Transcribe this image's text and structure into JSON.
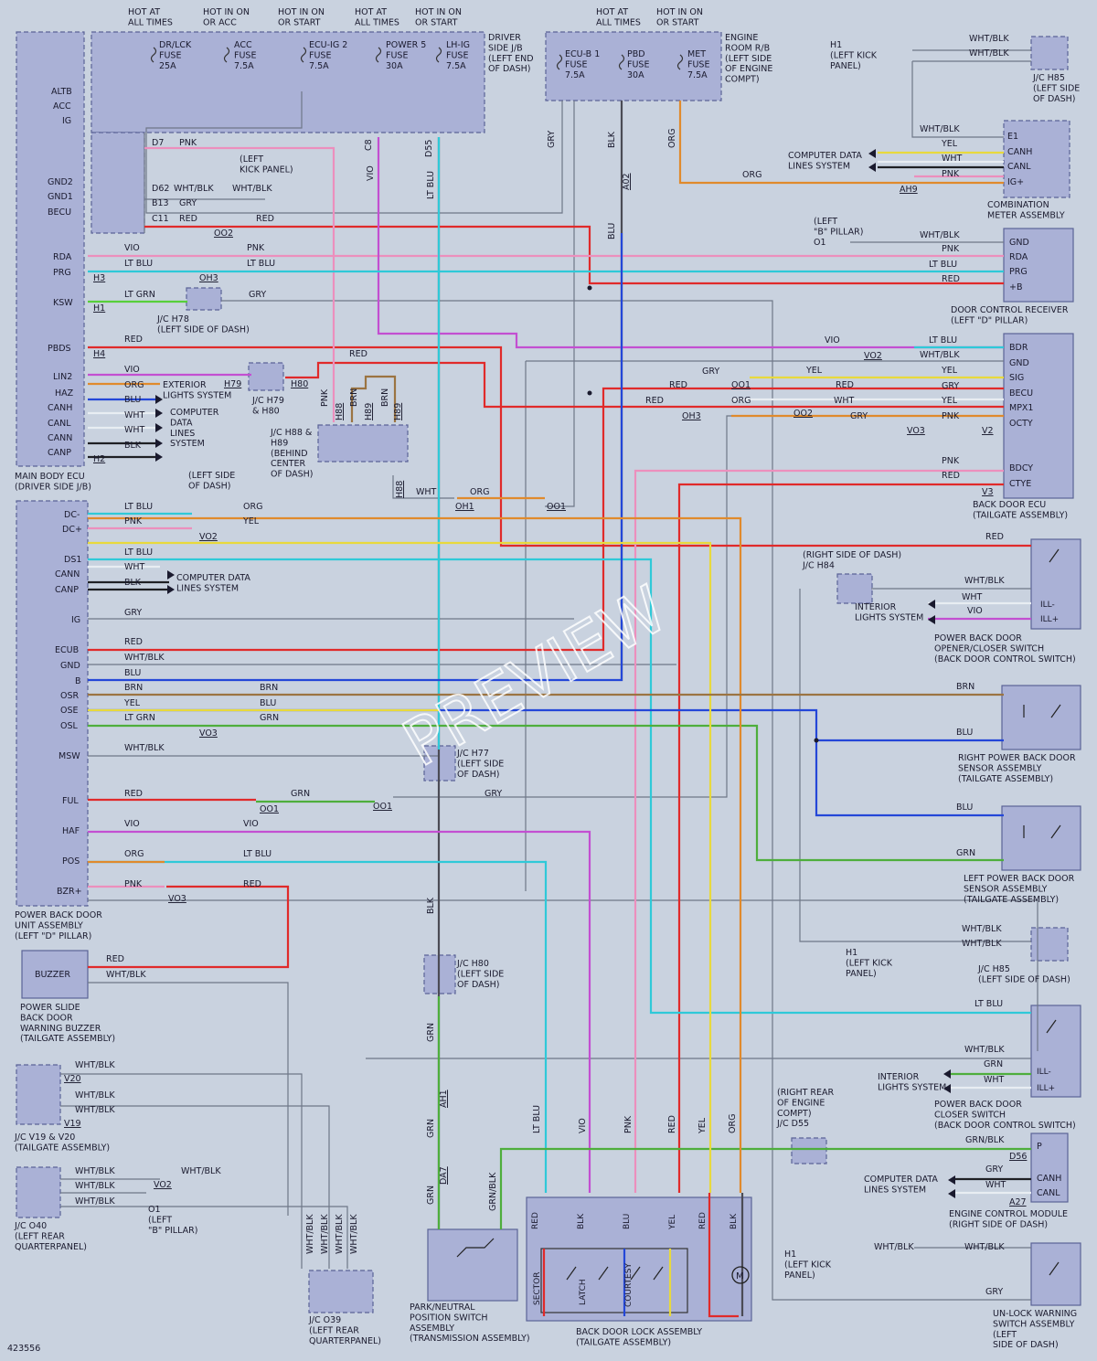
{
  "diagram_id": "423556",
  "watermark": "PREVIEW",
  "supply_headers": {
    "h1": "HOT AT\nALL TIMES",
    "h2": "HOT IN ON\nOR ACC",
    "h3": "HOT IN ON\nOR START",
    "h4": "HOT AT\nALL TIMES",
    "h5": "HOT IN ON\nOR START",
    "h6": "HOT AT\nALL TIMES",
    "h7": "HOT IN ON\nOR START"
  },
  "junction_blocks": {
    "driver_jb": "DRIVER\nSIDE J/B\n(LEFT END\nOF DASH)",
    "engine_rb": "ENGINE\nROOM R/B\n(LEFT SIDE\nOF ENGINE\nCOMPT)"
  },
  "fuses": {
    "f1": "DR/LCK\nFUSE\n25A",
    "f2": "ACC\nFUSE\n7.5A",
    "f3": "ECU-IG 2\nFUSE\n7.5A",
    "f4": "POWER 5\nFUSE\n30A",
    "f5": "LH-IG\nFUSE\n7.5A",
    "f6": "ECU-B 1\nFUSE\n7.5A",
    "f7": "PBD\nFUSE\n30A",
    "f8": "MET\nFUSE\n7.5A"
  },
  "components": {
    "main_body_ecu": "MAIN BODY ECU\n(DRIVER SIDE J/B)",
    "pbd_unit": "POWER BACK DOOR\nUNIT ASSEMBLY\n(LEFT \"D\" PILLAR)",
    "buzzer": "BUZZER",
    "buzzer_asm": "POWER SLIDE\nBACK DOOR\nWARNING BUZZER\n(TAILGATE ASSEMBLY)",
    "jc_v19": "J/C V19 & V20\n(TAILGATE ASSEMBLY)",
    "jc_o40": "J/C O40\n(LEFT REAR\nQUARTERPANEL)",
    "jc_o39": "J/C O39\n(LEFT REAR\nQUARTERPANEL)",
    "park_sw": "PARK/NEUTRAL\nPOSITION SWITCH\nASSEMBLY\n(TRANSMISSION ASSEMBLY)",
    "bd_lock": "BACK DOOR LOCK ASSEMBLY\n(TAILGATE ASSEMBLY)",
    "jc_h85_top": "J/C H85\n(LEFT SIDE\nOF DASH)",
    "combo_meter": "COMBINATION\nMETER ASSEMBLY",
    "door_rx": "DOOR CONTROL RECEIVER\n(LEFT \"D\" PILLAR)",
    "bd_ecu": "BACK DOOR ECU\n(TAILGATE ASSEMBLY)",
    "pbd_sw1": "POWER BACK DOOR\nOPENER/CLOSER SWITCH\n(BACK DOOR CONTROL SWITCH)",
    "right_sensor": "RIGHT POWER BACK DOOR\nSENSOR ASSEMBLY\n(TAILGATE ASSEMBLY)",
    "left_sensor": "LEFT POWER BACK DOOR\nSENSOR ASSEMBLY\n(TAILGATE ASSEMBLY)",
    "jc_h85_bot": "J/C H85\n(LEFT SIDE OF DASH)",
    "pbd_sw2": "POWER BACK DOOR\nCLOSER SWITCH\n(BACK DOOR CONTROL SWITCH)",
    "ecm": "ENGINE CONTROL MODULE\n(RIGHT SIDE OF DASH)",
    "unlock_sw": "UN-LOCK WARNING\nSWITCH ASSEMBLY\n(LEFT\nSIDE OF DASH)",
    "jc_h78": "J/C H78\n(LEFT SIDE OF DASH)",
    "jc_h79": "J/C H79\n& H80",
    "jc_h88": "J/C H88 &\nH89\n(BEHIND\nCENTER\nOF DASH)",
    "jc_h77": "J/C H77\n(LEFT SIDE\nOF DASH)",
    "jc_h80": "J/C H80\n(LEFT SIDE\nOF DASH)",
    "jc_h84": "(RIGHT SIDE OF DASH)\nJ/C H84",
    "jc_d55": "(RIGHT REAR\nOF ENGINE\nCOMPT)\nJ/C D55",
    "left_side_dash": "(LEFT SIDE\nOF DASH)",
    "left_kick": "(LEFT\nKICK PANEL)"
  },
  "misc_labels": {
    "ext_lights": "EXTERIOR\nLIGHTS SYSTEM",
    "comp_data": "COMPUTER\nDATA\nLINES\nSYSTEM",
    "comp_data2": "COMPUTER DATA\nLINES SYSTEM",
    "comp_data3": "COMPUTER DATA\nLINES SYSTEM",
    "comp_data4": "COMPUTER DATA\nLINES SYSTEM",
    "int_lights": "INTERIOR\nLIGHTS SYSTEM",
    "int_lights2": "INTERIOR\nLIGHTS SYSTEM",
    "h1_kick": "H1\n(LEFT KICK\nPANEL)",
    "h1_kick2": "H1\n(LEFT KICK\nPANEL)",
    "h1_kick3": "H1\n(LEFT KICK\nPANEL)",
    "o1_pillar": "(LEFT\n\"B\" PILLAR)\nO1",
    "o1_pillar2": "O1\n(LEFT\n\"B\" PILLAR)"
  },
  "main_ecu_pins": [
    "ALTB",
    "ACC",
    "IG",
    "GND2",
    "GND1",
    "BECU",
    "RDA",
    "PRG",
    "KSW",
    "PBDS",
    "LIN2",
    "HAZ",
    "CANH",
    "CANL",
    "CANN",
    "CANP"
  ],
  "pbd_unit_pins": [
    "DC-",
    "DC+",
    "DS1",
    "CANN",
    "CANP",
    "IG",
    "ECUB",
    "GND",
    "B",
    "OSR",
    "OSE",
    "OSL",
    "MSW",
    "FUL",
    "HAF",
    "POS",
    "BZR+"
  ],
  "combo_meter_pins": [
    "E1",
    "CANH",
    "CANL",
    "IG+"
  ],
  "door_rx_pins": [
    "GND",
    "RDA",
    "PRG",
    "+B"
  ],
  "bd_ecu_pins": [
    "BDR",
    "GND",
    "SIG",
    "BECU",
    "MPX1",
    "OCTY",
    "BDCY",
    "CTYE"
  ],
  "lock_pins": [
    "RED",
    "BLK",
    "BLU",
    "YEL",
    "RED",
    "BLK"
  ],
  "lock_sections": [
    "SECTOR",
    "LATCH",
    "COURTESY"
  ],
  "sw_pins": [
    "ILL-",
    "ILL+"
  ],
  "ecm_pins": [
    "P",
    "CANH",
    "CANL"
  ],
  "connectors": {
    "D7": "D7",
    "D62": "D62",
    "B13": "B13",
    "C11": "C11",
    "H3": "H3",
    "H1": "H1",
    "H4": "H4",
    "H2": "H2",
    "OO2": "OO2",
    "OH3": "OH3",
    "H79": "H79",
    "H80": "H80",
    "H88": "H88",
    "H89": "H89",
    "VO2": "VO2",
    "OO1": "OO1",
    "VO3": "VO3",
    "OH1": "OH1",
    "AH9": "AH9",
    "A02": "A02",
    "AH1": "AH1",
    "DA7": "DA7",
    "V20": "V20",
    "V19": "V19",
    "D56": "D56",
    "A27": "A27",
    "V2": "V2",
    "V3": "V3",
    "C8": "C8",
    "D55": "D55"
  },
  "wire_colors": {
    "RED": "#e02a2a",
    "PNK": "#ec8fbd",
    "VIO": "#c34fd1",
    "LTBLU": "#2fc9d8",
    "BLU": "#2447d8",
    "YEL": "#e8d93c",
    "ORG": "#e08a2c",
    "GRN": "#4eae3c",
    "LTGRN": "#57cf3a",
    "BRN": "#9b7442",
    "BLK": "#4b4b55",
    "WHT": "#e8edf2",
    "GRY": "#8b93a3",
    "WHTBLK": "#8d93a1"
  },
  "wire_labels": {
    "pnk": "PNK",
    "red": "RED",
    "vio": "VIO",
    "ltblu": "LT BLU",
    "ltgrn": "LT GRN",
    "gry": "GRY",
    "blk": "BLK",
    "blu": "BLU",
    "org": "ORG",
    "yel": "YEL",
    "grn": "GRN",
    "brn": "BRN",
    "wht": "WHT",
    "whtblk": "WHT/BLK",
    "grnblk": "GRN/BLK"
  }
}
